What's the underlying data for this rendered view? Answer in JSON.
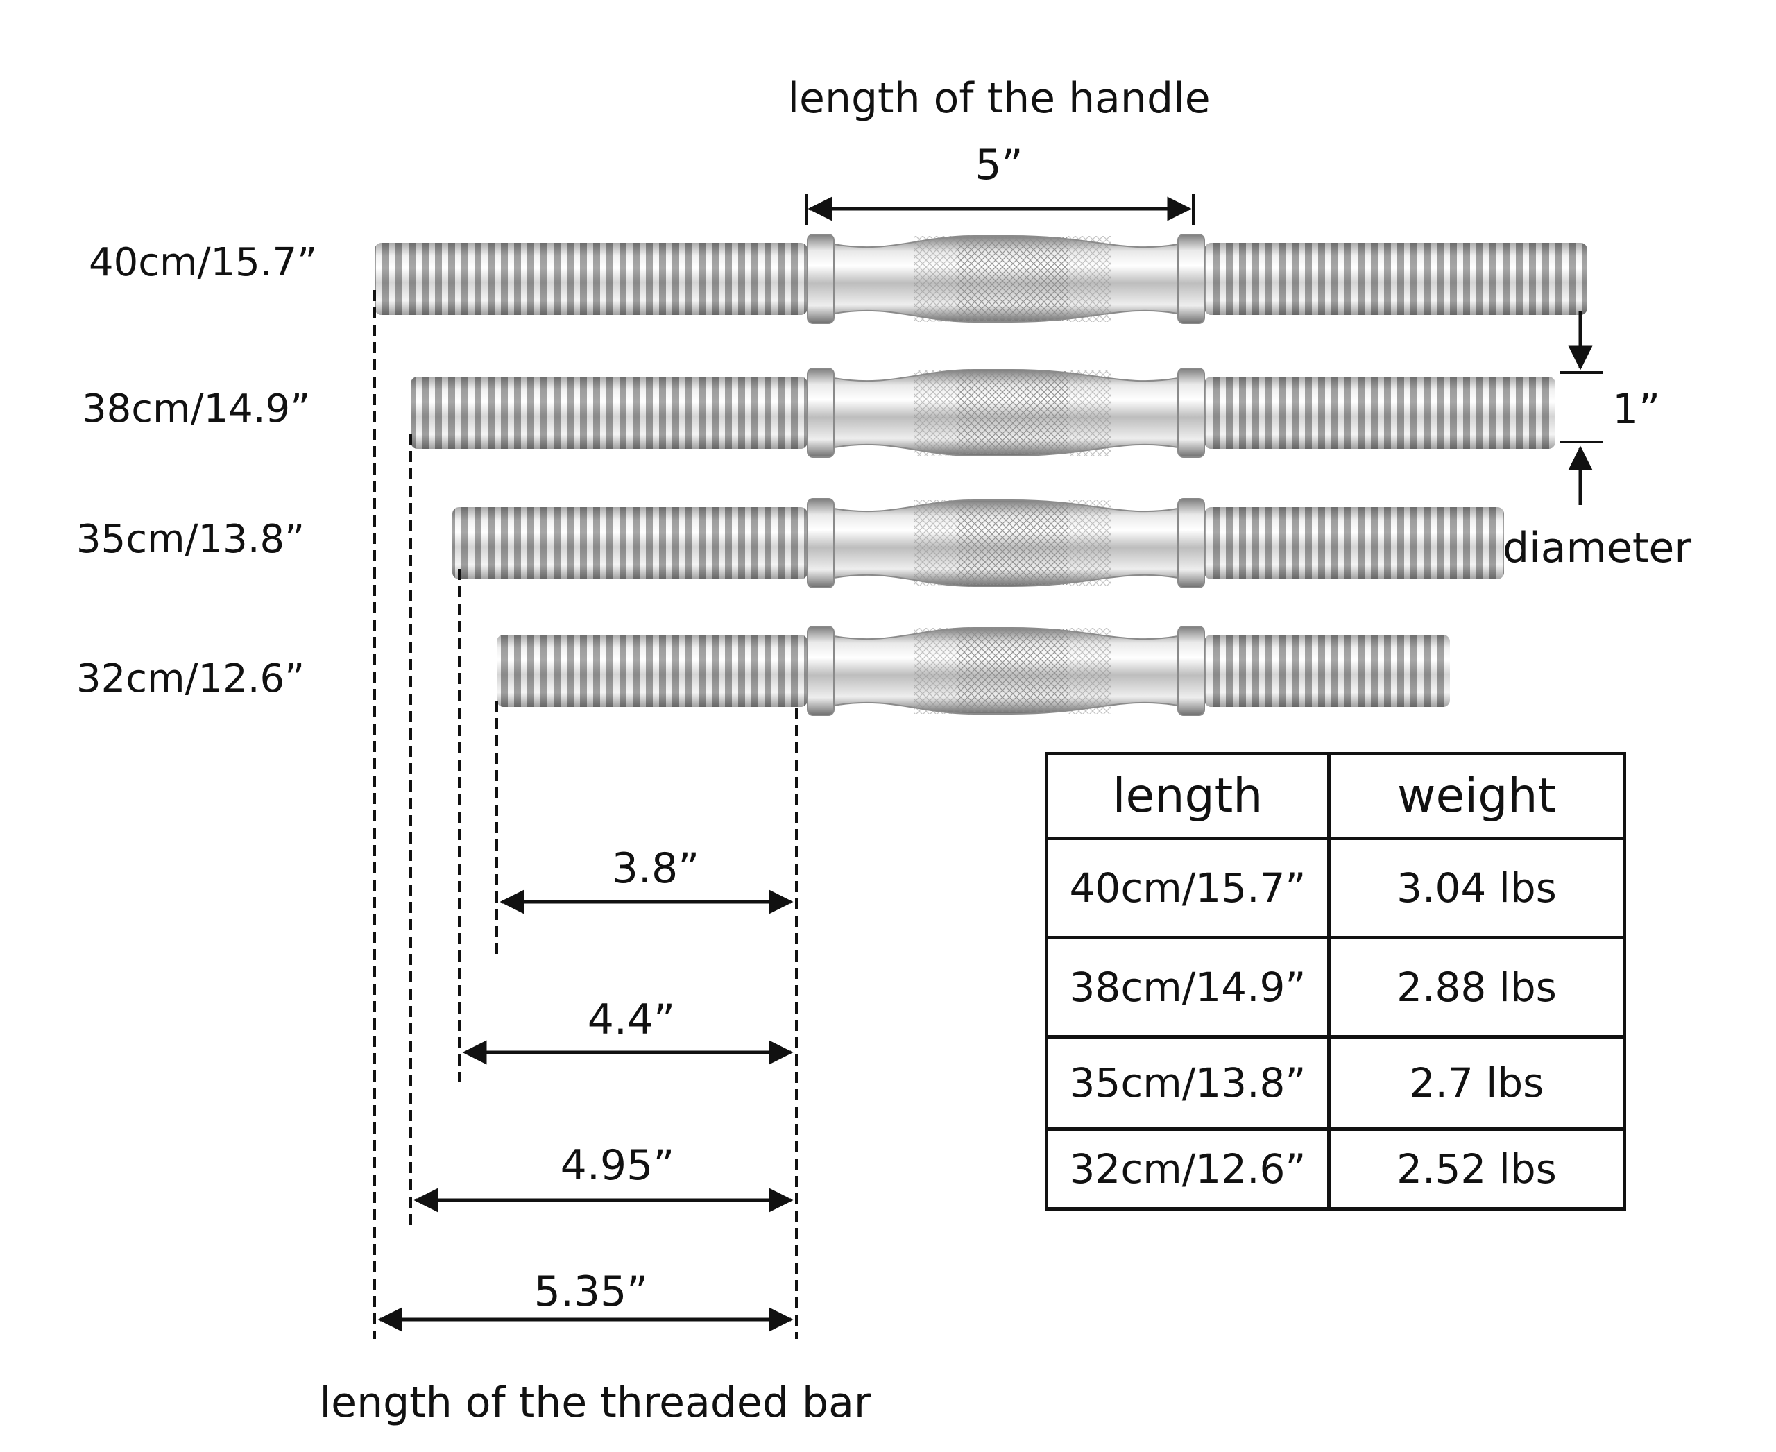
{
  "bars": [
    {
      "label": "40cm/15.7”"
    },
    {
      "label": "38cm/14.9”"
    },
    {
      "label": "35cm/13.8”"
    },
    {
      "label": "32cm/12.6”"
    }
  ],
  "handle": {
    "caption": "length of the handle",
    "value": "5”"
  },
  "diameter": {
    "value": "1”",
    "caption": "diameter"
  },
  "threaded": {
    "caption": "length of the threaded bar",
    "values": [
      "3.8”",
      "4.4”",
      "4.95”",
      "5.35”"
    ]
  },
  "table": {
    "headers": [
      "length",
      "weight"
    ],
    "rows": [
      [
        "40cm/15.7”",
        "3.04 lbs"
      ],
      [
        "38cm/14.9”",
        "2.88 lbs"
      ],
      [
        "35cm/13.8”",
        "2.7 lbs"
      ],
      [
        "32cm/12.6”",
        "2.52 lbs"
      ]
    ]
  },
  "colors": {
    "text": "#111111",
    "chrome_light": "#f4f4f4",
    "chrome_dark": "#8a8a8a"
  }
}
